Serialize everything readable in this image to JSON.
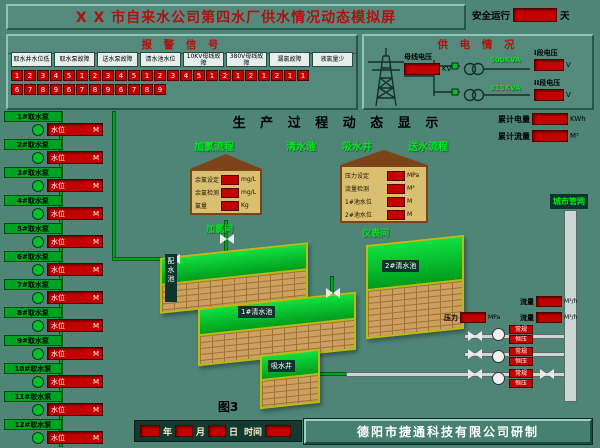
{
  "title": "X X 市自来水公司第四水厂供水情况动态模拟屏",
  "safety": {
    "label": "安全运行",
    "value": "",
    "unit": "天"
  },
  "alarm": {
    "title": "报 警 信 号",
    "labels": [
      "取水井水位低",
      "取水泵故障",
      "送水泵故障",
      "清水池水位",
      "10KV母线故障",
      "380V母线故障",
      "漏氯故障",
      "液氯量少"
    ],
    "row1": [
      "1",
      "2",
      "3",
      "4",
      "5",
      "1",
      "2",
      "3",
      "4",
      "5",
      "1",
      "2",
      "3",
      "4",
      "5",
      "1",
      "2",
      "1",
      "2",
      "1",
      "2",
      "1",
      "1"
    ],
    "row2": [
      "6",
      "7",
      "8",
      "9",
      "6",
      "7",
      "8",
      "9",
      "6",
      "7",
      "8",
      "9"
    ]
  },
  "power": {
    "title": "供 电 情 况",
    "bus_voltage": {
      "label": "母线电压",
      "value": "",
      "unit": "KV"
    },
    "transformer1": "500KVA",
    "transformer2": "315KVA",
    "section1": {
      "label": "I段电压",
      "value": "",
      "unit": "V"
    },
    "section2": {
      "label": "II段电压",
      "value": "",
      "unit": "V"
    }
  },
  "totals": {
    "energy": {
      "label": "累计电量",
      "value": "",
      "unit": "KWh"
    },
    "flow": {
      "label": "累计流量",
      "value": "",
      "unit": "M³"
    }
  },
  "process": {
    "title": "生 产 过 程 动 态 显 示",
    "flow_chlorine": "加氯流程",
    "flow_clear_pool": "清水池",
    "flow_suction_well": "吸水井",
    "flow_delivery": "送水流程"
  },
  "pumps": [
    {
      "name": "1#取水泵"
    },
    {
      "name": "2#取水泵"
    },
    {
      "name": "3#取水泵"
    },
    {
      "name": "4#取水泵"
    },
    {
      "name": "5#取水泵"
    },
    {
      "name": "6#取水泵"
    },
    {
      "name": "7#取水泵"
    },
    {
      "name": "8#取水泵"
    },
    {
      "name": "9#取水泵"
    },
    {
      "name": "10#取水泵"
    },
    {
      "name": "11#取水泵"
    },
    {
      "name": "12#取水泵"
    }
  ],
  "pump_common": {
    "level_label": "水位",
    "unit": "M"
  },
  "house1": {
    "name": "加氯间",
    "rows": [
      {
        "label": "余氯设定",
        "unit": "mg/L"
      },
      {
        "label": "余氯检测",
        "unit": "mg/L"
      },
      {
        "label": "氯量",
        "unit": "Kg"
      }
    ]
  },
  "house2": {
    "name": "仪表间",
    "rows": [
      {
        "label": "压力设定",
        "unit": "MPa"
      },
      {
        "label": "流量检测",
        "unit": "M³"
      },
      {
        "label": "1#池水位",
        "unit": "M"
      },
      {
        "label": "2#池水位",
        "unit": "M"
      }
    ]
  },
  "tanks": {
    "distribution": "配水池",
    "clear1": "1#清水池",
    "clear2": "2#清水池",
    "suction": "吸水井"
  },
  "city_network": "城市管网",
  "delivery": {
    "pumps": [
      {
        "mode1": "常规",
        "mode2": "恒压"
      },
      {
        "mode1": "常规",
        "mode2": "恒压"
      },
      {
        "mode1": "常规",
        "mode2": "恒压"
      }
    ],
    "flow1": {
      "label": "流量",
      "value": "",
      "unit": "M³/h"
    },
    "pressure": {
      "label": "压力",
      "value": "",
      "unit": "MPa"
    },
    "flow2": {
      "label": "流量",
      "value": "",
      "unit": "M³/h"
    }
  },
  "figure_label": "图3",
  "datetime": {
    "year": "年",
    "month": "月",
    "day": "日",
    "time": "时间"
  },
  "company": "德阳市捷通科技有限公司研制"
}
